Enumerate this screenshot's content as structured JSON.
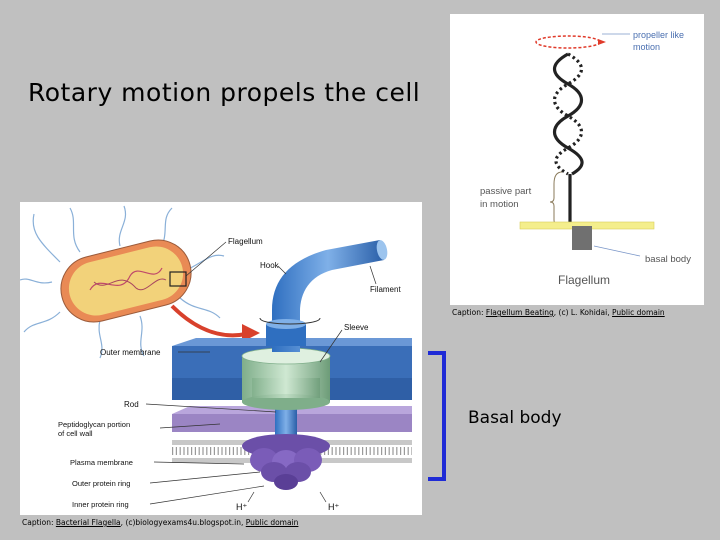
{
  "slide": {
    "title": "Rotary motion propels the cell",
    "bracket_label": "Basal body",
    "accent_color": "#1f2bd6"
  },
  "figure_right": {
    "labels": {
      "propeller_line1": "propeller like",
      "propeller_line2": "motion",
      "passive_line1": "passive part",
      "passive_line2": "in motion",
      "basal_body": "basal body",
      "flagellum": "Flagellum"
    },
    "caption": {
      "prefix": "Caption: ",
      "link": "Flagellum Beating",
      "middle": ", (c) L. Kohidai, ",
      "license": "Public domain"
    }
  },
  "figure_left": {
    "labels": {
      "flagellum": "Flagellum",
      "hook": "Hook",
      "filament": "Filament",
      "sleeve": "Sleeve",
      "outer_membrane": "Outer membrane",
      "rod": "Rod",
      "peptidoglycan_line1": "Peptidoglycan portion",
      "peptidoglycan_line2": "of cell wall",
      "plasma_membrane": "Plasma membrane",
      "outer_protein_ring": "Outer protein ring",
      "inner_protein_ring": "Inner protein ring",
      "h_plus_left": "H⁺",
      "h_plus_right": "H⁺"
    },
    "caption": {
      "prefix": "Caption: ",
      "link": "Bacterial Flagella",
      "middle": ", (c)biologyexams4u.blogspot.in, ",
      "license": "Public domain"
    }
  }
}
